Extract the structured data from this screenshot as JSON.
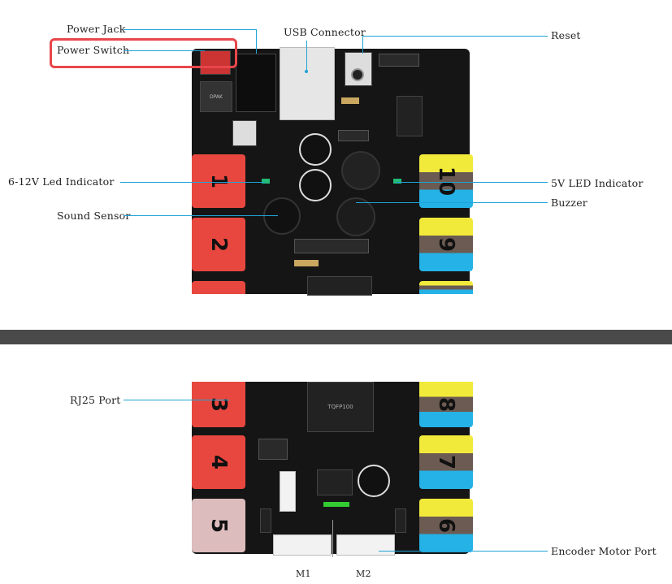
{
  "labels": {
    "power_jack": "Power Jack",
    "power_switch": "Power Switch",
    "usb_connector": "USB Connector",
    "reset": "Reset",
    "led_6_12v": "6-12V Led Indicator",
    "led_5v": "5V LED Indicator",
    "sound_sensor": "Sound Sensor",
    "buzzer": "Buzzer",
    "rj25_port": "RJ25 Port",
    "encoder_motor_port": "Encoder Motor Port",
    "m1": "M1",
    "m2": "M2"
  },
  "ports": {
    "p1": "1",
    "p2": "2",
    "p3": "3",
    "p4": "4",
    "p5": "5",
    "p6": "6",
    "p7": "7",
    "p8": "8",
    "p9": "9",
    "p10": "10"
  },
  "chips": {
    "regulator": "DPAK",
    "mcu": "TQFP100"
  },
  "colors": {
    "callout_line": "#1fa3d6",
    "highlight_box": "#e8474a",
    "board": "#151515",
    "port_red": "#e8473f",
    "port_pink": "#dcbcbc"
  }
}
